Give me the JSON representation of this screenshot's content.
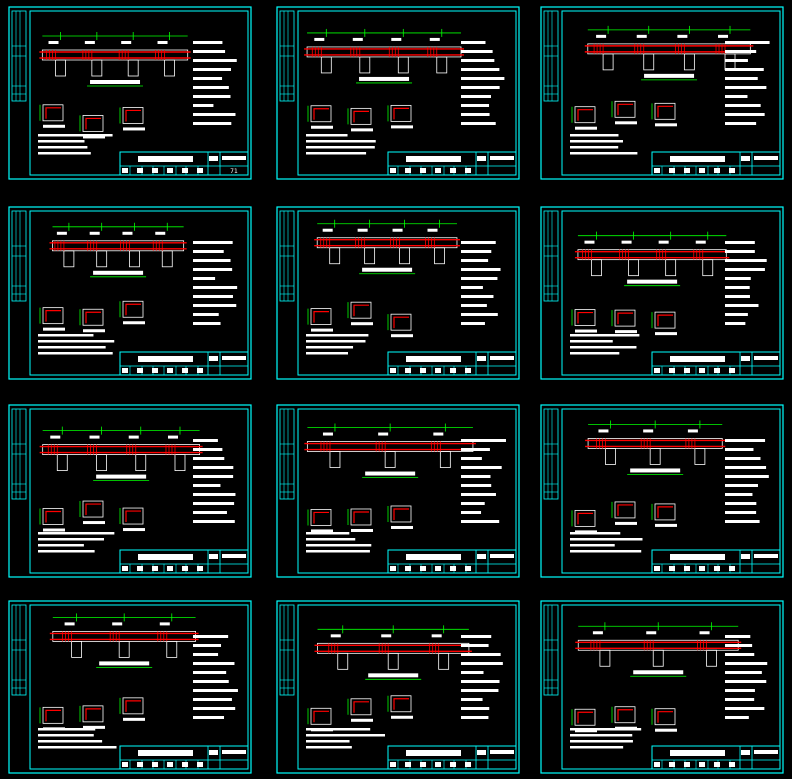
{
  "colors": {
    "background": "#000000",
    "frame": "#00ffff",
    "rebar": "#ff0000",
    "dimension": "#00ff00",
    "outline": "#ffffff"
  },
  "sheets": [
    {
      "id": 1,
      "sheet_no": "71"
    },
    {
      "id": 2
    },
    {
      "id": 3
    },
    {
      "id": 4
    },
    {
      "id": 5
    },
    {
      "id": 6
    },
    {
      "id": 7
    },
    {
      "id": 8
    },
    {
      "id": 9
    },
    {
      "id": 10
    },
    {
      "id": 11
    },
    {
      "id": 12
    }
  ]
}
